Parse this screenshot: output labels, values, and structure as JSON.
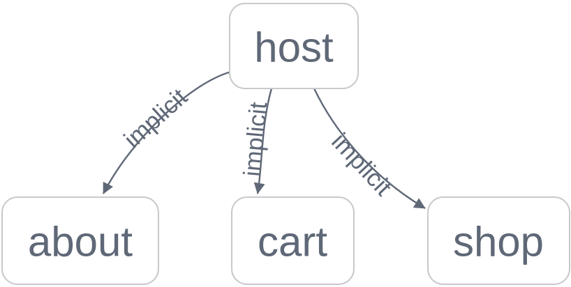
{
  "diagram": {
    "type": "flowchart",
    "direction": "top-down",
    "nodes": [
      {
        "id": "host",
        "label": "host"
      },
      {
        "id": "about",
        "label": "about"
      },
      {
        "id": "cart",
        "label": "cart"
      },
      {
        "id": "shop",
        "label": "shop"
      }
    ],
    "edges": [
      {
        "from": "host",
        "to": "about",
        "label": "implicit"
      },
      {
        "from": "host",
        "to": "cart",
        "label": "implicit"
      },
      {
        "from": "host",
        "to": "shop",
        "label": "implicit"
      }
    ],
    "colors": {
      "node_fill": "#ffffff",
      "node_border": "#c9c9cb",
      "text": "#5f6877",
      "edge": "#5f6877"
    }
  }
}
